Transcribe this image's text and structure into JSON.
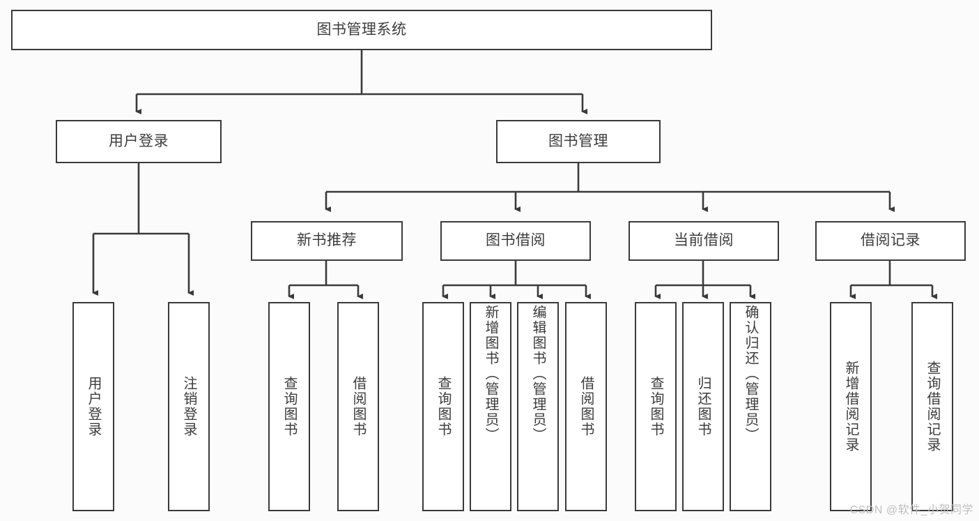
{
  "diagram": {
    "title": "图书管理系统",
    "type": "function-structure-tree",
    "colors": {
      "background": "#fbfbfb",
      "node_fill": "#ffffff",
      "node_border": "#3a3a3a",
      "text": "#3c3c3c",
      "edge": "#3a3a3a",
      "watermark": "#bfbfbf"
    },
    "root": {
      "label": "图书管理系统"
    },
    "level2": [
      {
        "label": "用户登录"
      },
      {
        "label": "图书管理"
      }
    ],
    "level3": [
      {
        "label": "新书推荐"
      },
      {
        "label": "图书借阅"
      },
      {
        "label": "当前借阅"
      },
      {
        "label": "借阅记录"
      }
    ],
    "leaves": [
      {
        "label": "用户登录",
        "parent": "用户登录"
      },
      {
        "label": "注销登录",
        "parent": "用户登录"
      },
      {
        "label": "查询图书",
        "parent": "新书推荐"
      },
      {
        "label": "借阅图书",
        "parent": "新书推荐"
      },
      {
        "label": "查询图书",
        "parent": "图书借阅"
      },
      {
        "label": "新增图书（管理员）",
        "parent": "图书借阅"
      },
      {
        "label": "编辑图书（管理员）",
        "parent": "图书借阅"
      },
      {
        "label": "借阅图书",
        "parent": "图书借阅"
      },
      {
        "label": "查询图书",
        "parent": "当前借阅"
      },
      {
        "label": "归还图书",
        "parent": "当前借阅"
      },
      {
        "label": "确认归还（管理员）",
        "parent": "当前借阅"
      },
      {
        "label": "新增借阅记录",
        "parent": "借阅记录"
      },
      {
        "label": "查询借阅记录",
        "parent": "借阅记录"
      }
    ]
  },
  "watermark": {
    "text": "CSDN @软件_小贺同学"
  }
}
